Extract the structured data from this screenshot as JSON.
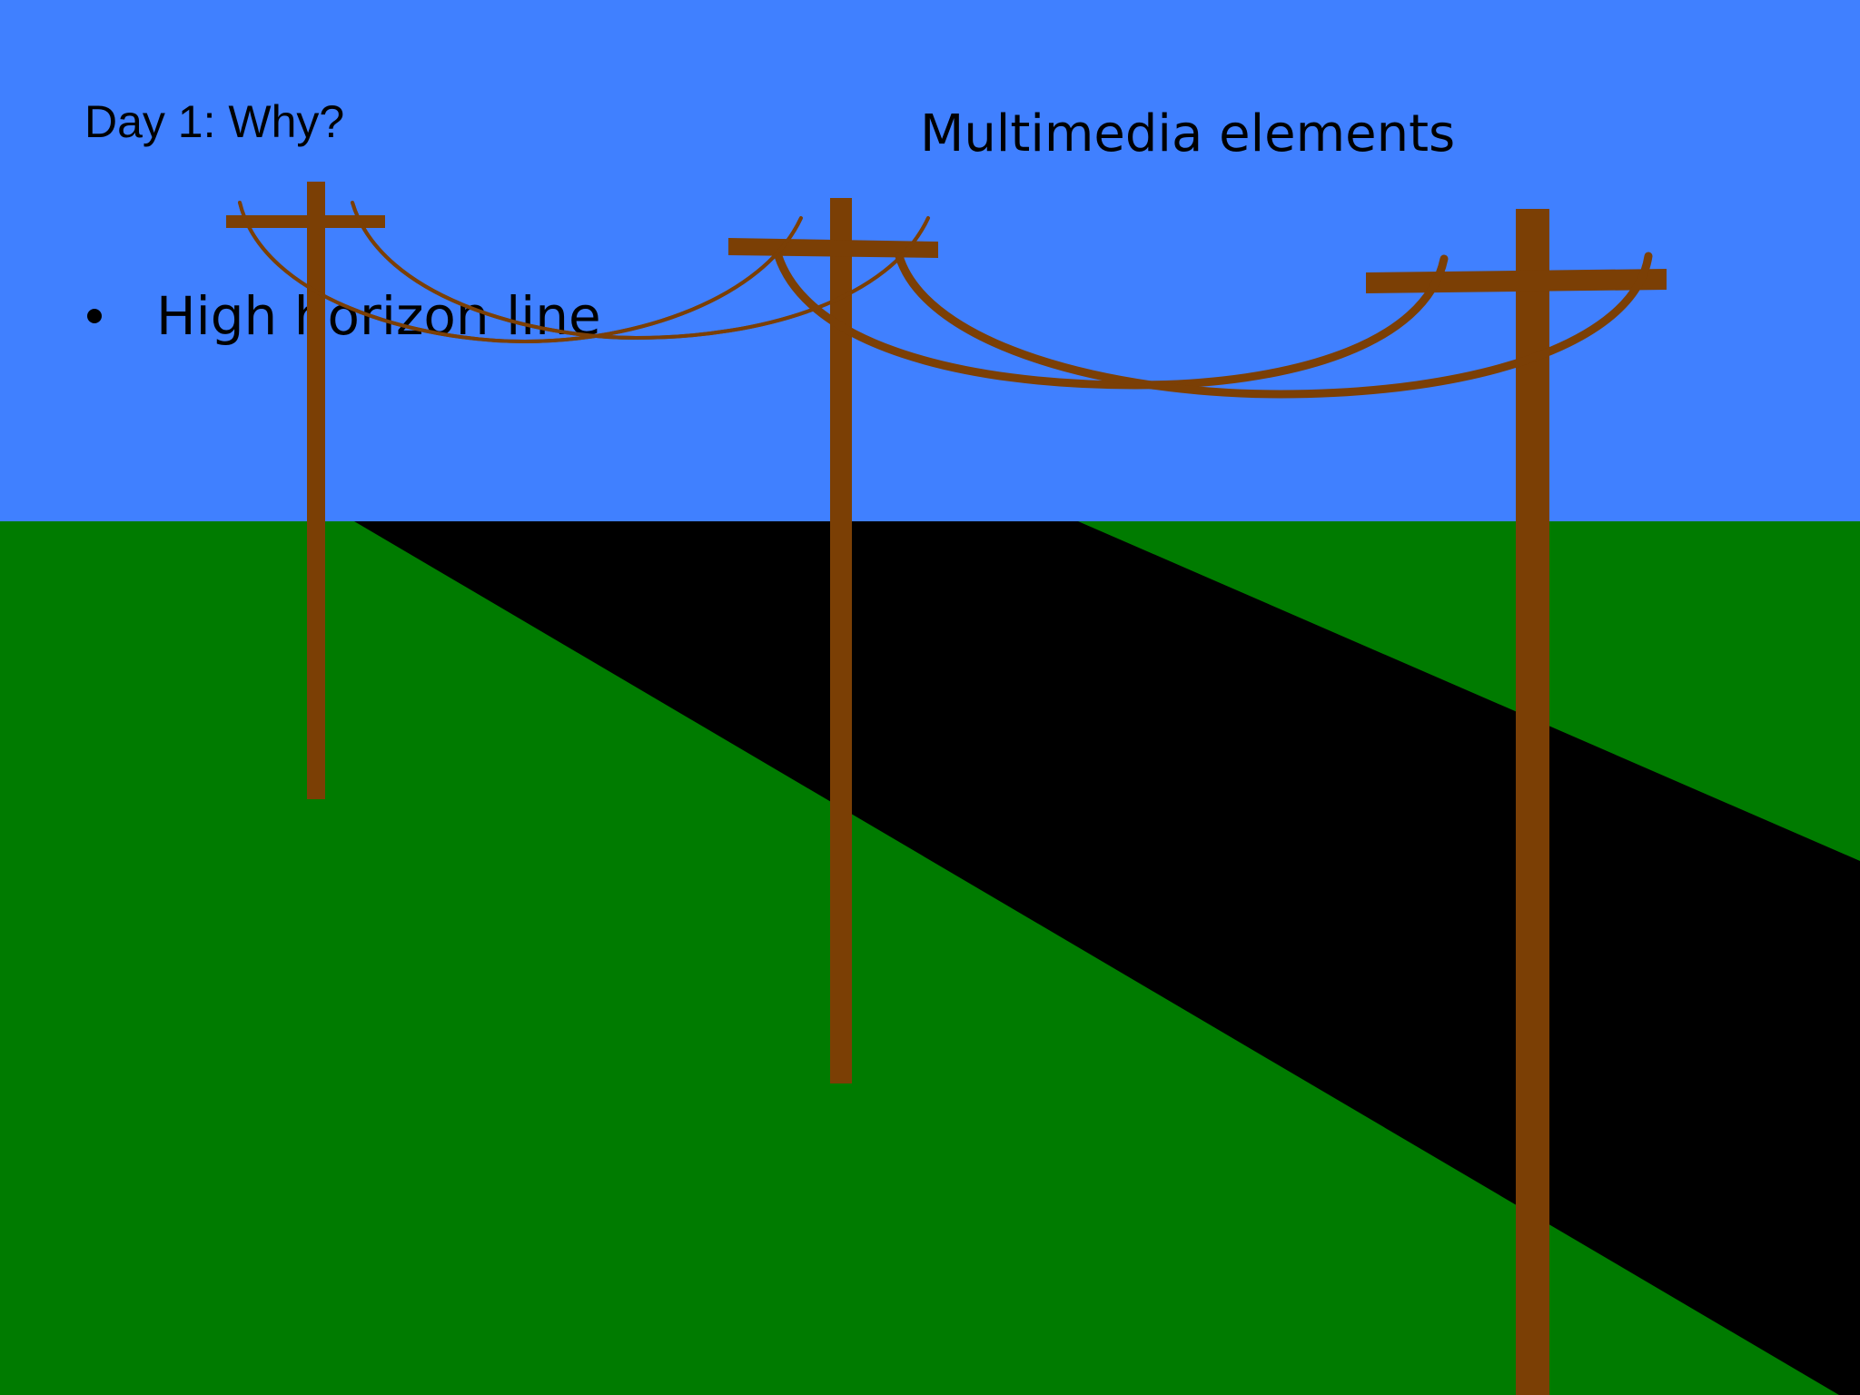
{
  "slide": {
    "title": "Day 1: Why?",
    "heading": "Multimedia elements",
    "bullets": [
      "High horizon line"
    ]
  },
  "illustration": {
    "elements": [
      "sky",
      "grass",
      "road",
      "utility-pole",
      "power-line"
    ],
    "colors": {
      "sky": "#4080ff",
      "grass": "#007b00",
      "road": "#000000",
      "pole": "#7b3f05",
      "text": "#000000"
    }
  }
}
